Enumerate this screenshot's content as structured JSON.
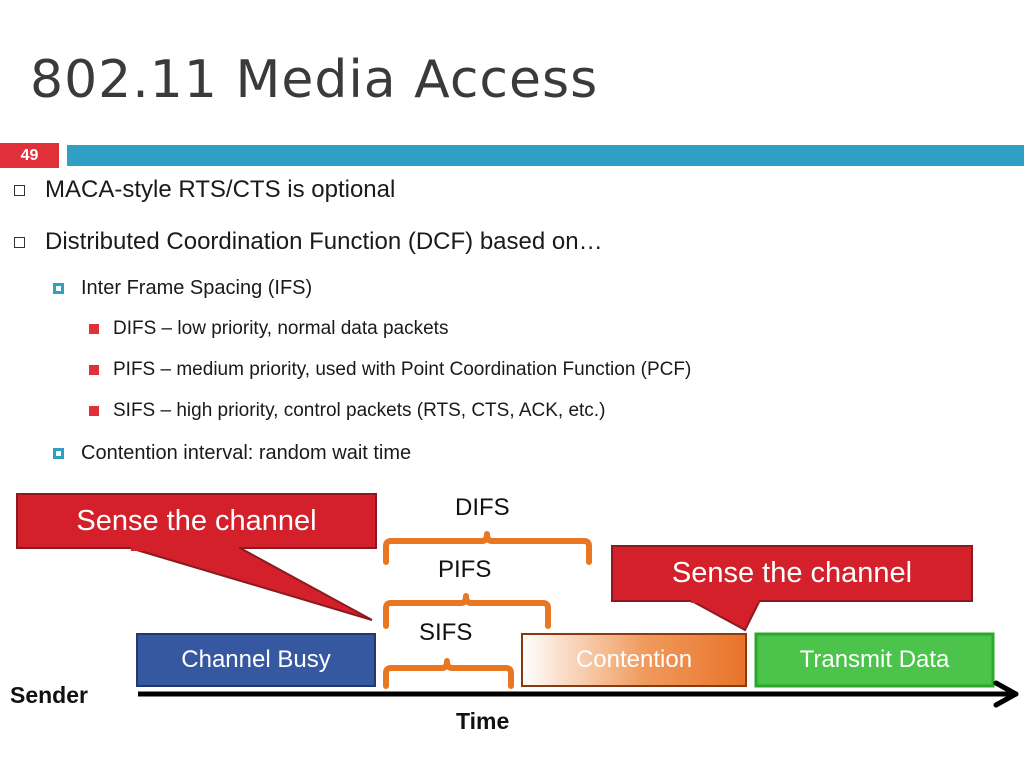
{
  "slide": {
    "title": "802.11 Media Access",
    "number": "49"
  },
  "bullets": [
    {
      "level": 1,
      "text": "MACA-style RTS/CTS is optional"
    },
    {
      "level": 1,
      "text": "Distributed Coordination Function (DCF) based on…"
    },
    {
      "level": 2,
      "text": "Inter Frame Spacing (IFS)"
    },
    {
      "level": 3,
      "text": "DIFS – low priority, normal data packets"
    },
    {
      "level": 3,
      "text": "PIFS – medium priority, used with Point Coordination Function (PCF)"
    },
    {
      "level": 3,
      "text": "SIFS – high priority, control packets (RTS, CTS, ACK, etc.)"
    },
    {
      "level": 2,
      "text": "Contention interval: random wait time"
    }
  ],
  "diagram": {
    "callout_left": "Sense the channel",
    "callout_right": "Sense the channel",
    "difs": "DIFS",
    "pifs": "PIFS",
    "sifs": "SIFS",
    "channel_busy": "Channel Busy",
    "contention": "Contention",
    "transmit_data": "Transmit Data",
    "sender": "Sender",
    "time": "Time"
  },
  "colors": {
    "accent_red": "#e0313a",
    "accent_blue": "#2f9fc3",
    "callout_red": "#d3202a",
    "brace_orange": "#e87722",
    "busy_blue": "#3558a0",
    "contention_orange": "#e8732a",
    "transmit_green": "#4cc34a"
  }
}
